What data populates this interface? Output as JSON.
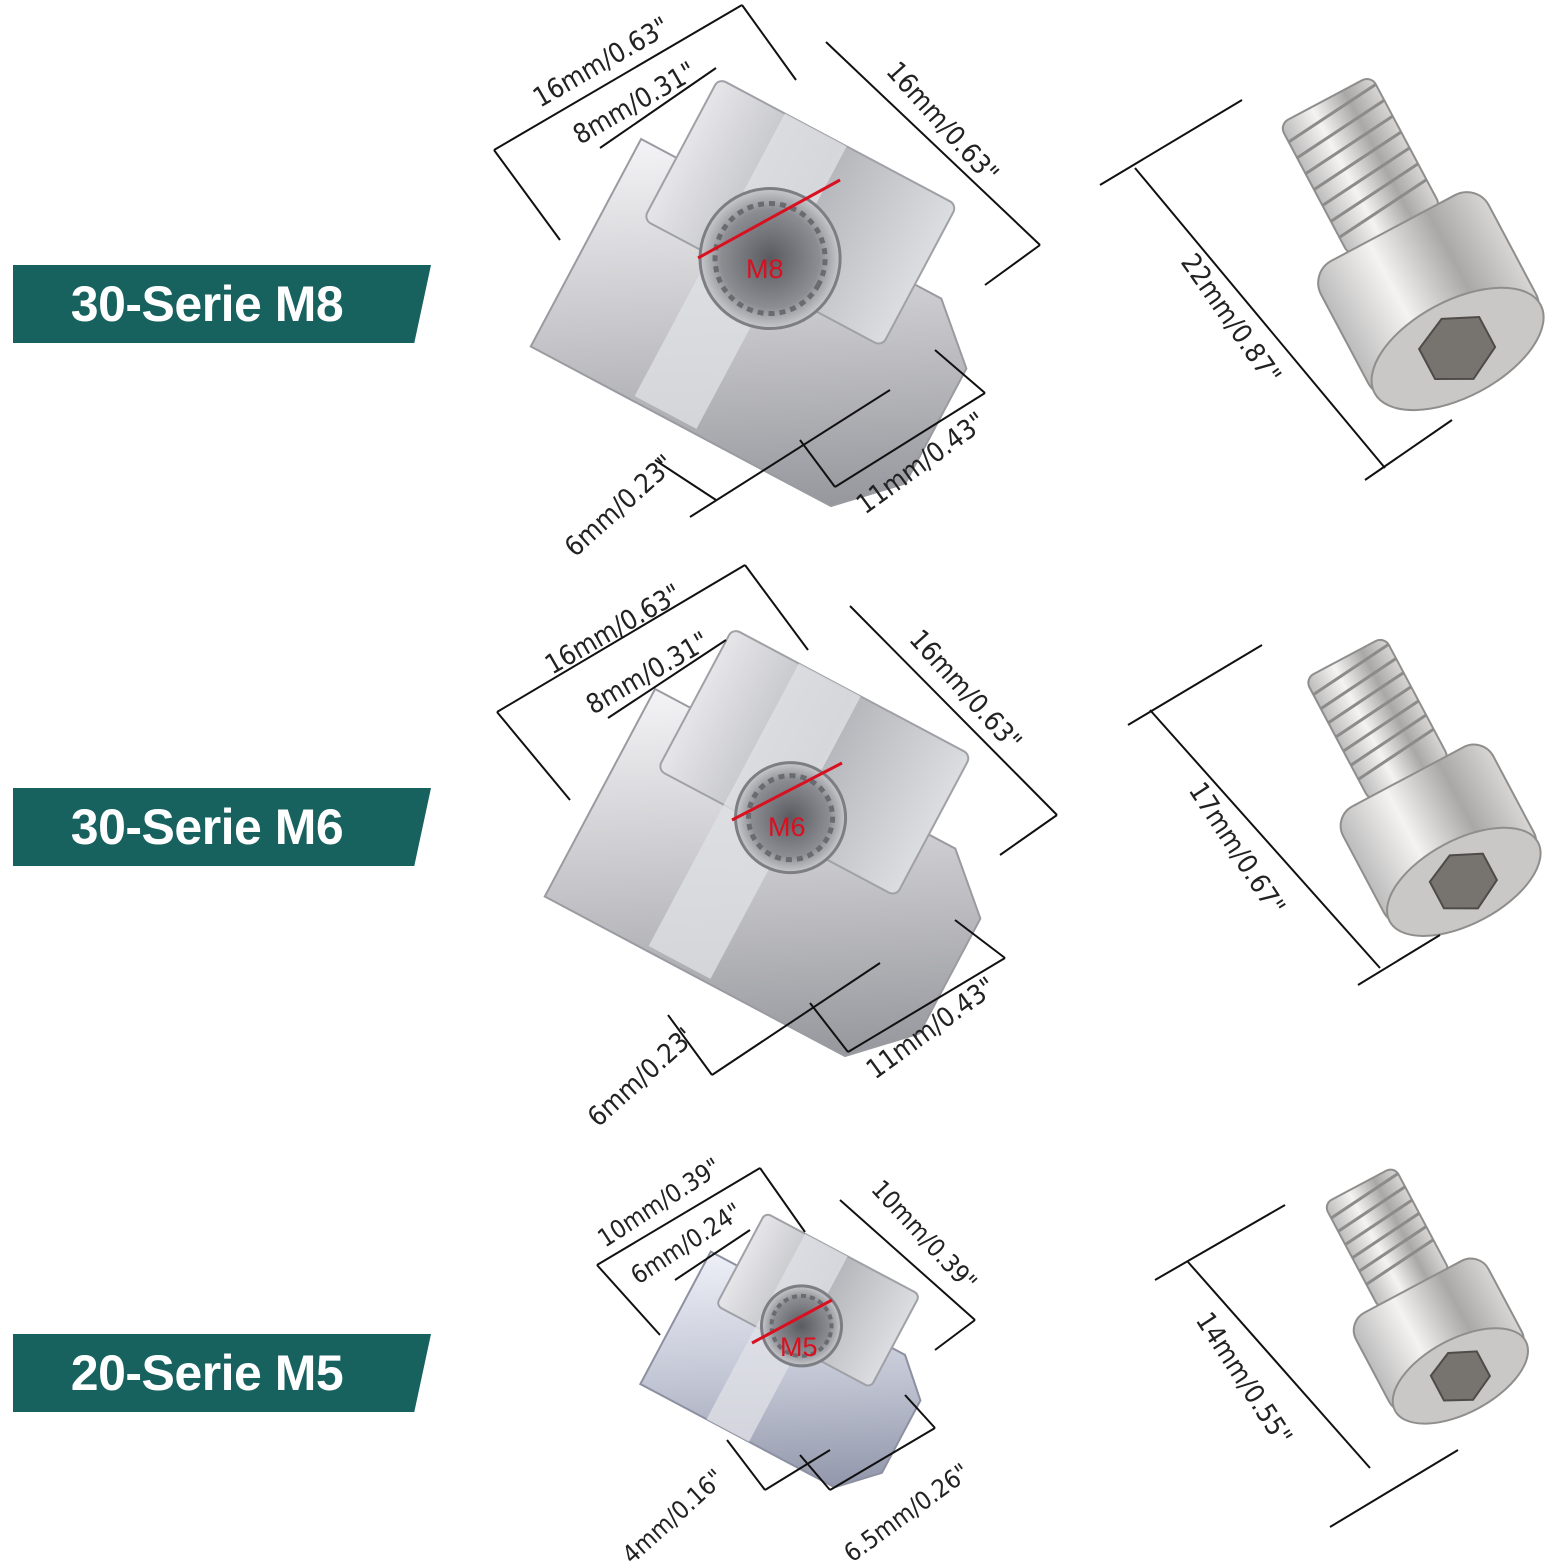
{
  "colors": {
    "badge": "#17625f",
    "badge_text": "#ffffff",
    "accent": "#d81020"
  },
  "badges": [
    {
      "label": "30-Serie M8"
    },
    {
      "label": "30-Serie M6"
    },
    {
      "label": "20-Serie M5"
    }
  ],
  "nuts": [
    {
      "thread": "M8",
      "width_top": "16mm/0.63\"",
      "slot_width": "8mm/0.31\"",
      "length": "16mm/0.63\"",
      "height": "6mm/0.23\"",
      "base_width": "11mm/0.43\""
    },
    {
      "thread": "M6",
      "width_top": "16mm/0.63\"",
      "slot_width": "8mm/0.31\"",
      "length": "16mm/0.63\"",
      "height": "6mm/0.23'",
      "base_width": "11mm/0.43\""
    },
    {
      "thread": "M5",
      "width_top": "10mm/0.39\"",
      "slot_width": "6mm/0.24\"",
      "length": "10mm/0.39\"",
      "height": "4mm/0.16\"",
      "base_width": "6.5mm/0.26\""
    }
  ],
  "screws": [
    {
      "length": "22mm/0.87\""
    },
    {
      "length": "17mm/0.67\""
    },
    {
      "length": "14mm/0.55\""
    }
  ]
}
